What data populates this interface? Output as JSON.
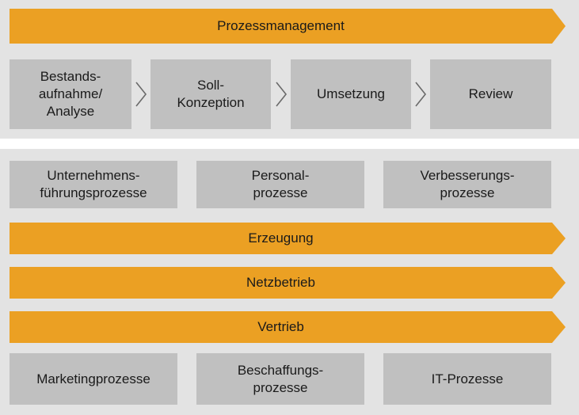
{
  "theme": {
    "accent_orange": "#eba023",
    "panel_grey": "#e3e3e3",
    "box_grey": "#c0c0c0",
    "text_color": "#1a1a1a",
    "chevron_color": "#6a6a6a",
    "background": "#ffffff"
  },
  "top_panel": {
    "management_arrow": {
      "label": "Prozessmanagement",
      "shape": "right-arrow"
    },
    "phases": [
      {
        "label": "Bestands-\naufnahme/\nAnalyse"
      },
      {
        "label": "Soll-\nKonzeption"
      },
      {
        "label": "Umsetzung"
      },
      {
        "label": "Review"
      }
    ],
    "separators": [
      {
        "icon": "chevron-right-icon"
      },
      {
        "icon": "chevron-right-icon"
      },
      {
        "icon": "chevron-right-icon"
      }
    ]
  },
  "bottom_panel": {
    "support_processes_top": [
      {
        "label": "Unternehmens-\nführungsprozesse"
      },
      {
        "label": "Personal-\nprozesse"
      },
      {
        "label": "Verbesserungs-\nprozesse"
      }
    ],
    "core_processes": [
      {
        "label": "Erzeugung",
        "shape": "right-arrow"
      },
      {
        "label": "Netzbetrieb",
        "shape": "right-arrow"
      },
      {
        "label": "Vertrieb",
        "shape": "right-arrow"
      }
    ],
    "support_processes_bottom": [
      {
        "label": "Marketingprozesse"
      },
      {
        "label": "Beschaffungs-\nprozesse"
      },
      {
        "label": "IT-Prozesse"
      }
    ]
  }
}
